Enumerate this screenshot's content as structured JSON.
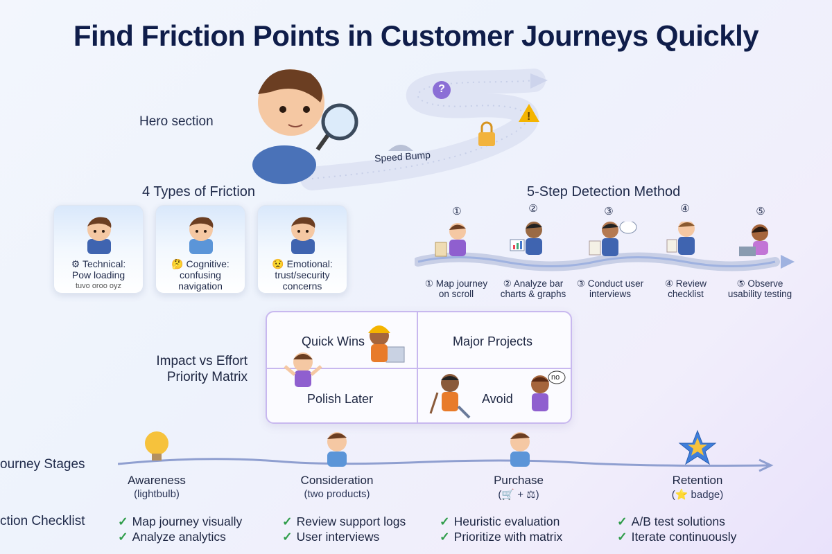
{
  "title": "Find Friction Points in Customer Journeys Quickly",
  "hero": {
    "label": "Hero section",
    "speed_bump": "Speed Bump",
    "question_mark": "?"
  },
  "friction": {
    "title": "4 Types of Friction",
    "cards": [
      {
        "icon": "gear-icon",
        "type": "Technical:",
        "desc1": "Pow loading",
        "desc2": "tuvo oroo oyz"
      },
      {
        "icon": "thinking-emoji-icon",
        "type": "Cognitive:",
        "desc1": "confusing",
        "desc2": "navigation"
      },
      {
        "icon": "worried-emoji-icon",
        "type": "Emotional:",
        "desc1": "trust/security",
        "desc2": "concerns"
      }
    ]
  },
  "detection": {
    "title": "5-Step Detection Method",
    "steps": [
      {
        "num": "①",
        "line1": "① Map journey",
        "line2": "on scroll"
      },
      {
        "num": "②",
        "line1": "② Analyze bar",
        "line2": "charts & graphs"
      },
      {
        "num": "③",
        "line1": "③ Conduct user",
        "line2": "interviews"
      },
      {
        "num": "④",
        "line1": "④ Review",
        "line2": "checklist"
      },
      {
        "num": "⑤",
        "line1": "⑤ Observe",
        "line2": "usability testing"
      }
    ]
  },
  "matrix": {
    "label_line1": "Impact vs Effort",
    "label_line2": "Priority Matrix",
    "quick_wins": "Quick Wins",
    "major_projects": "Major Projects",
    "polish_later": "Polish Later",
    "avoid": "Avoid",
    "no_bubble": "no"
  },
  "journey": {
    "label": "ourney Stages",
    "stages": [
      {
        "name": "Awareness",
        "sub": "(lightbulb)"
      },
      {
        "name": "Consideration",
        "sub": "(two products)"
      },
      {
        "name": "Purchase",
        "sub": "(🛒 + ⚖)"
      },
      {
        "name": "Retention",
        "sub": "(⭐ badge)"
      }
    ]
  },
  "checklist": {
    "label": "ction Checklist",
    "items": [
      [
        "Map journey visually",
        "Analyze analytics"
      ],
      [
        "Review support logs",
        "User interviews"
      ],
      [
        "Heuristic evaluation",
        "Prioritize with matrix"
      ],
      [
        "A/B test solutions",
        "Iterate continuously"
      ]
    ]
  },
  "colors": {
    "title": "#0f1d4a",
    "accent_purple": "#c8b8ef",
    "check_green": "#2f9d4a",
    "warning_yellow": "#f4b400"
  }
}
